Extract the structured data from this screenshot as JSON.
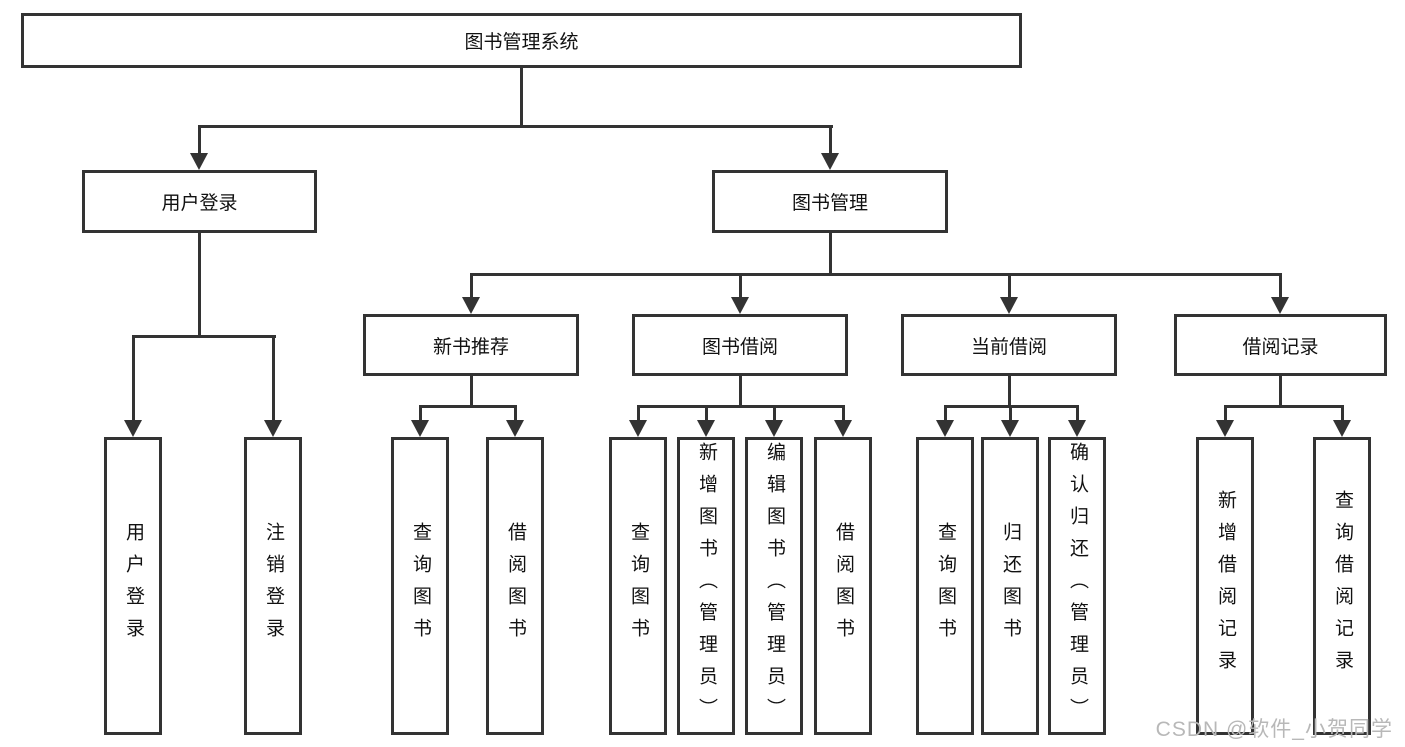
{
  "diagram": {
    "root_label": "图书管理系统",
    "level2": [
      "用户登录",
      "图书管理"
    ],
    "level3": [
      "新书推荐",
      "图书借阅",
      "当前借阅",
      "借阅记录"
    ],
    "leaves": {
      "login": [
        "用户登录",
        "注销登录"
      ],
      "recommend": [
        "查询图书",
        "借阅图书"
      ],
      "borrow": [
        "查询图书",
        "新增图书（管理员）",
        "编辑图书（管理员）",
        "借阅图书"
      ],
      "current": [
        "查询图书",
        "归还图书",
        "确认归还（管理员）"
      ],
      "records": [
        "新增借阅记录",
        "查询借阅记录"
      ]
    }
  },
  "watermark": {
    "text": "CSDN @软件_小贺同学"
  },
  "colors": {
    "line": "#333333",
    "box_border": "#333333",
    "text": "#111111",
    "watermark": "#b8b8b8",
    "background": "#ffffff"
  }
}
